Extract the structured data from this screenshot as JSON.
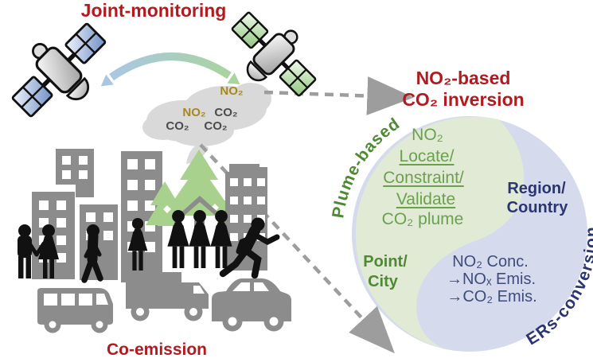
{
  "colors": {
    "title_red": "#b11b20",
    "green_text": "#6ba14e",
    "green_bold": "#4e8a33",
    "navy_text": "#2a3572",
    "slate_text": "#3d4c7c",
    "no2_gold": "#a6891c",
    "co2_gray": "#4b4b4b",
    "circle_green": "#e0ead5",
    "circle_blue": "#d5dbec",
    "building_gray": "#8c8c8c",
    "tree_green": "#a9d18e",
    "plume_gray": "#d9d9d9",
    "dashed_arrow_gray": "#9d9d9d"
  },
  "icons": {
    "satellite_left": "satellite-with-blue-solar-panels",
    "satellite_right": "satellite-with-green-solar-panels",
    "exchange_arrow": "curved-double-arrow-blue-to-green",
    "smoke_plume": "gray-smoke-cloud",
    "dashed_arrow_right": "gray-dashed-arrow-to-title",
    "dashed_arrow_down": "gray-dashed-arrow-to-circle",
    "city": "buildings-trees-house-people",
    "vehicles": "bus-truck-car",
    "yin_yang": "green-blue-yin-yang-circle"
  },
  "labels": {
    "joint_monitoring": "Joint-monitoring",
    "co_emission": "Co-emission"
  },
  "plume": {
    "no2_top": "NO₂",
    "no2_mid": "NO₂",
    "co2_mid": "CO₂",
    "co2_left": "CO₂",
    "co2_right": "CO₂"
  },
  "inversion": {
    "title_line1": "NO₂-based",
    "title_line2": "CO₂ inversion",
    "plume_based": "Plume-based",
    "ers_conversion": "ERs-conversion",
    "green_side": {
      "no2": "NO₂",
      "locate": "Locate/",
      "constraint": "Constraint/",
      "validate": "Validate",
      "co2_plume": "CO₂ plume",
      "point": "Point/",
      "city": "City"
    },
    "blue_side": {
      "region": "Region/",
      "country": "Country",
      "no2_conc": "NO₂ Conc.",
      "nox_emis": "→NOₓ Emis.",
      "co2_emis": "→CO₂ Emis."
    }
  }
}
